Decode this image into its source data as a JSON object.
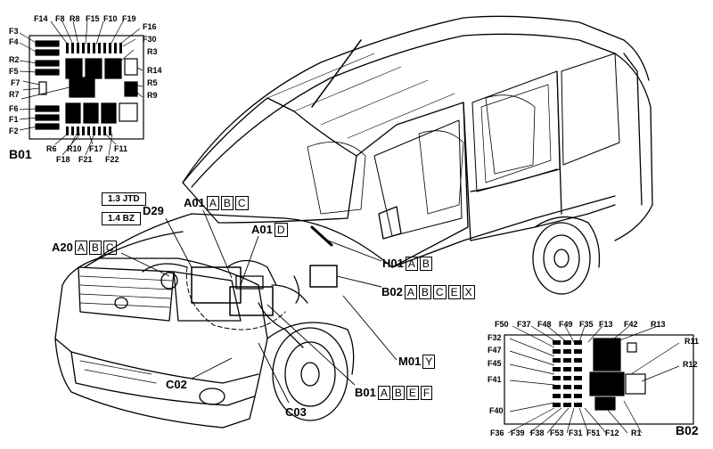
{
  "fusebox_b01": {
    "title": "B01",
    "labels": [
      "F14",
      "F8",
      "R8",
      "F15",
      "F10",
      "F19",
      "F16",
      "F30",
      "F3",
      "F4",
      "R2",
      "F5",
      "F7",
      "R7",
      "F6",
      "F1",
      "F2",
      "R3",
      "R14",
      "R5",
      "R9",
      "R6",
      "R10",
      "F17",
      "F11",
      "F18",
      "F21",
      "F22"
    ]
  },
  "fusebox_b02": {
    "title": "B02",
    "labels": [
      "F50",
      "F37",
      "F48",
      "F49",
      "F35",
      "F13",
      "F42",
      "R13",
      "F32",
      "F47",
      "F45",
      "F41",
      "F40",
      "R11",
      "R12",
      "F36",
      "F39",
      "F38",
      "F53",
      "F31",
      "F51",
      "F12",
      "R1"
    ]
  },
  "engine_labels": {
    "jtd": "1.3 JTD",
    "bz": "1.4 BZ"
  },
  "callouts": {
    "a01_abc": {
      "code": "A01",
      "boxes": [
        "A",
        "B",
        "C"
      ]
    },
    "a01_d": {
      "code": "A01",
      "boxes": [
        "D"
      ]
    },
    "d29": {
      "code": "D29"
    },
    "a20": {
      "code": "A20",
      "boxes": [
        "A",
        "B",
        "C"
      ]
    },
    "h01": {
      "code": "H01",
      "boxes": [
        "A",
        "B"
      ]
    },
    "b02": {
      "code": "B02",
      "boxes": [
        "A",
        "B",
        "C",
        "E",
        "X"
      ]
    },
    "m01": {
      "code": "M01",
      "boxes": [
        "Y"
      ]
    },
    "b01": {
      "code": "B01",
      "boxes": [
        "A",
        "B",
        "E",
        "F"
      ]
    },
    "c02": {
      "code": "C02"
    },
    "c03": {
      "code": "C03"
    }
  }
}
